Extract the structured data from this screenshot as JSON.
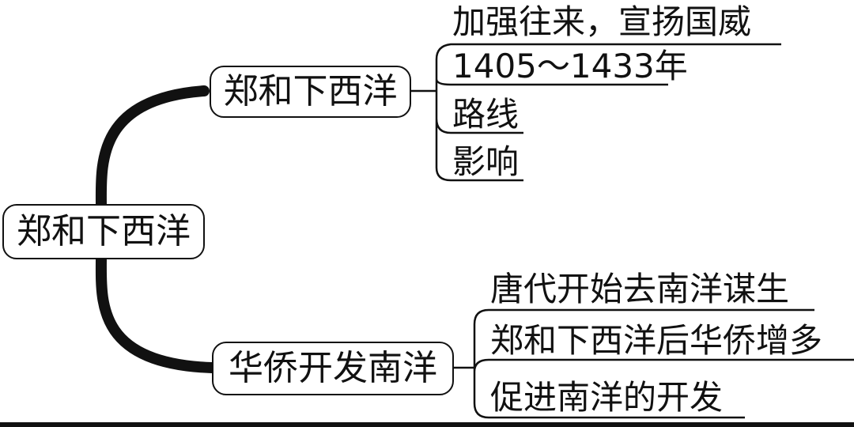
{
  "root": {
    "label": "郑和下西洋"
  },
  "branches": [
    {
      "label": "郑和下西洋",
      "leaves": [
        "加强往来，宣扬国威",
        "1405～1433年",
        "路线",
        "影响"
      ]
    },
    {
      "label": "华侨开发南洋",
      "leaves": [
        "唐代开始去南洋谋生",
        "郑和下西洋后华侨增多",
        "促进南洋的开发"
      ]
    }
  ]
}
